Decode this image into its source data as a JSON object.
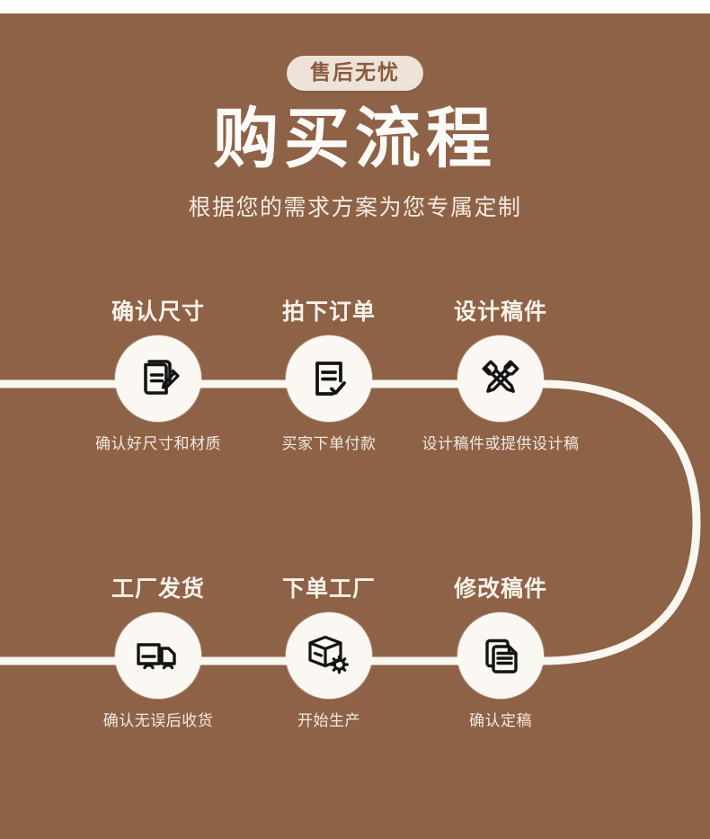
{
  "theme": {
    "background": "#8E6247",
    "circle_fill": "#FBF8F3",
    "icon_stroke": "#141414",
    "title_color": "#FCFAF7",
    "badge_bg": "#EDE3D8",
    "badge_text_color": "#8A5C3E",
    "connector_color": "#FAF6F0"
  },
  "header": {
    "badge": "售后无忧",
    "title": "购买流程",
    "subtitle": "根据您的需求方案为您专属定制"
  },
  "steps": [
    {
      "title": "确认尺寸",
      "caption": "确认好尺寸和材质",
      "icon": "document-pen-icon",
      "row": 1,
      "col": 1
    },
    {
      "title": "拍下订单",
      "caption": "买家下单付款",
      "icon": "checklist-check-icon",
      "row": 1,
      "col": 2
    },
    {
      "title": "设计稿件",
      "caption": "设计稿件或提供设计稿",
      "icon": "crossed-pens-icon",
      "row": 1,
      "col": 3
    },
    {
      "title": "修改稿件",
      "caption": "确认定稿",
      "icon": "stacked-documents-icon",
      "row": 2,
      "col": 3
    },
    {
      "title": "下单工厂",
      "caption": "开始生产",
      "icon": "box-gear-icon",
      "row": 2,
      "col": 2
    },
    {
      "title": "工厂发货",
      "caption": "确认无误后收货",
      "icon": "delivery-truck-icon",
      "row": 2,
      "col": 1
    }
  ]
}
